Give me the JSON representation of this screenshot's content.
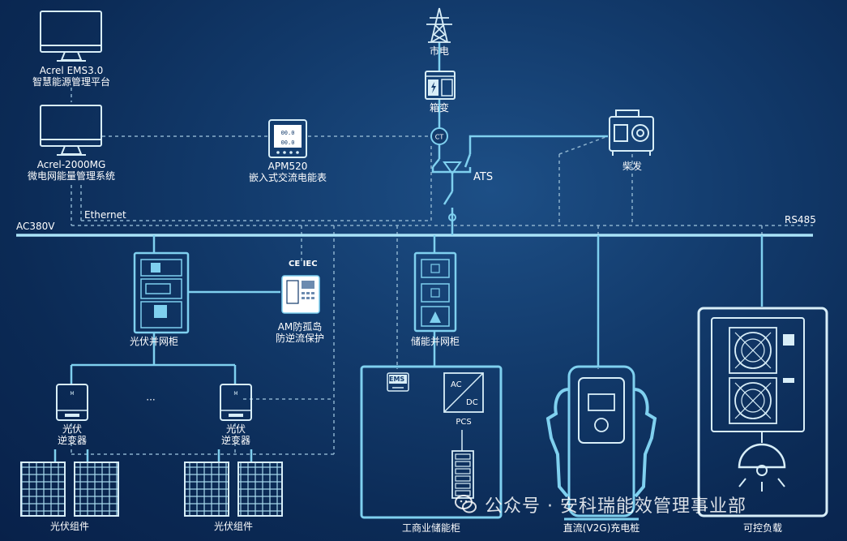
{
  "labels": {
    "ems_name": "Acrel EMS3.0",
    "ems_desc": "智慧能源管理平台",
    "mg_name": "Acrel-2000MG",
    "mg_desc": "微电网能量管理系统",
    "apm_name": "APM520",
    "apm_desc": "嵌入式交流电能表",
    "grid": "市电",
    "transformer": "箱变",
    "ct": "CT",
    "ats": "ATS",
    "diesel": "柴发",
    "ethernet": "Ethernet",
    "ac_bus": "AC380V",
    "rs485": "RS485",
    "cert": "CE IEC",
    "pv_cabinet": "光伏并网柜",
    "anti_island_1": "AM防孤岛",
    "anti_island_2": "防逆流保护",
    "ess_cabinet": "储能并网柜",
    "inverter_1a": "光伏",
    "inverter_1b": "逆变器",
    "inverter_2a": "光伏",
    "inverter_2b": "逆变器",
    "ellipsis": "···",
    "pv_modules_1": "光伏组件",
    "pv_modules_2": "光伏组件",
    "ems_badge": "EMS",
    "ac": "AC",
    "dc": "DC",
    "pcs": "PCS",
    "ci_storage": "工商业储能柜",
    "charger": "直流(V2G)充电桩",
    "controllable_load": "可控负载",
    "watermark": "公众号 · 安科瑞能效管理事业部"
  },
  "colors": {
    "line": "#7fd0ef",
    "bus": "#a9e3f8",
    "dashed": "#8ab0cc",
    "bg": "#123a6b"
  }
}
